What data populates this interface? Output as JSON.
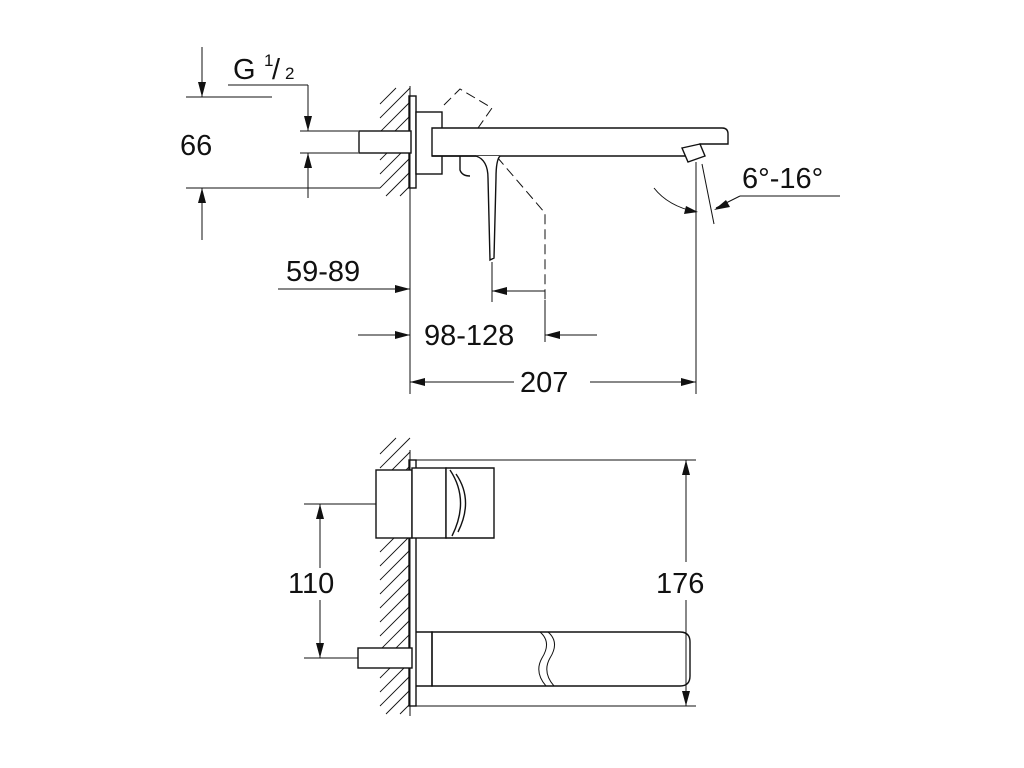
{
  "dimensions": {
    "thread": {
      "prefix": "G",
      "num": "1",
      "sep": "/",
      "den": "2"
    },
    "h66": "66",
    "angle": "6°-16°",
    "d59_89": "59-89",
    "d98_128": "98-128",
    "d207": "207",
    "h110": "110",
    "h176": "176"
  }
}
